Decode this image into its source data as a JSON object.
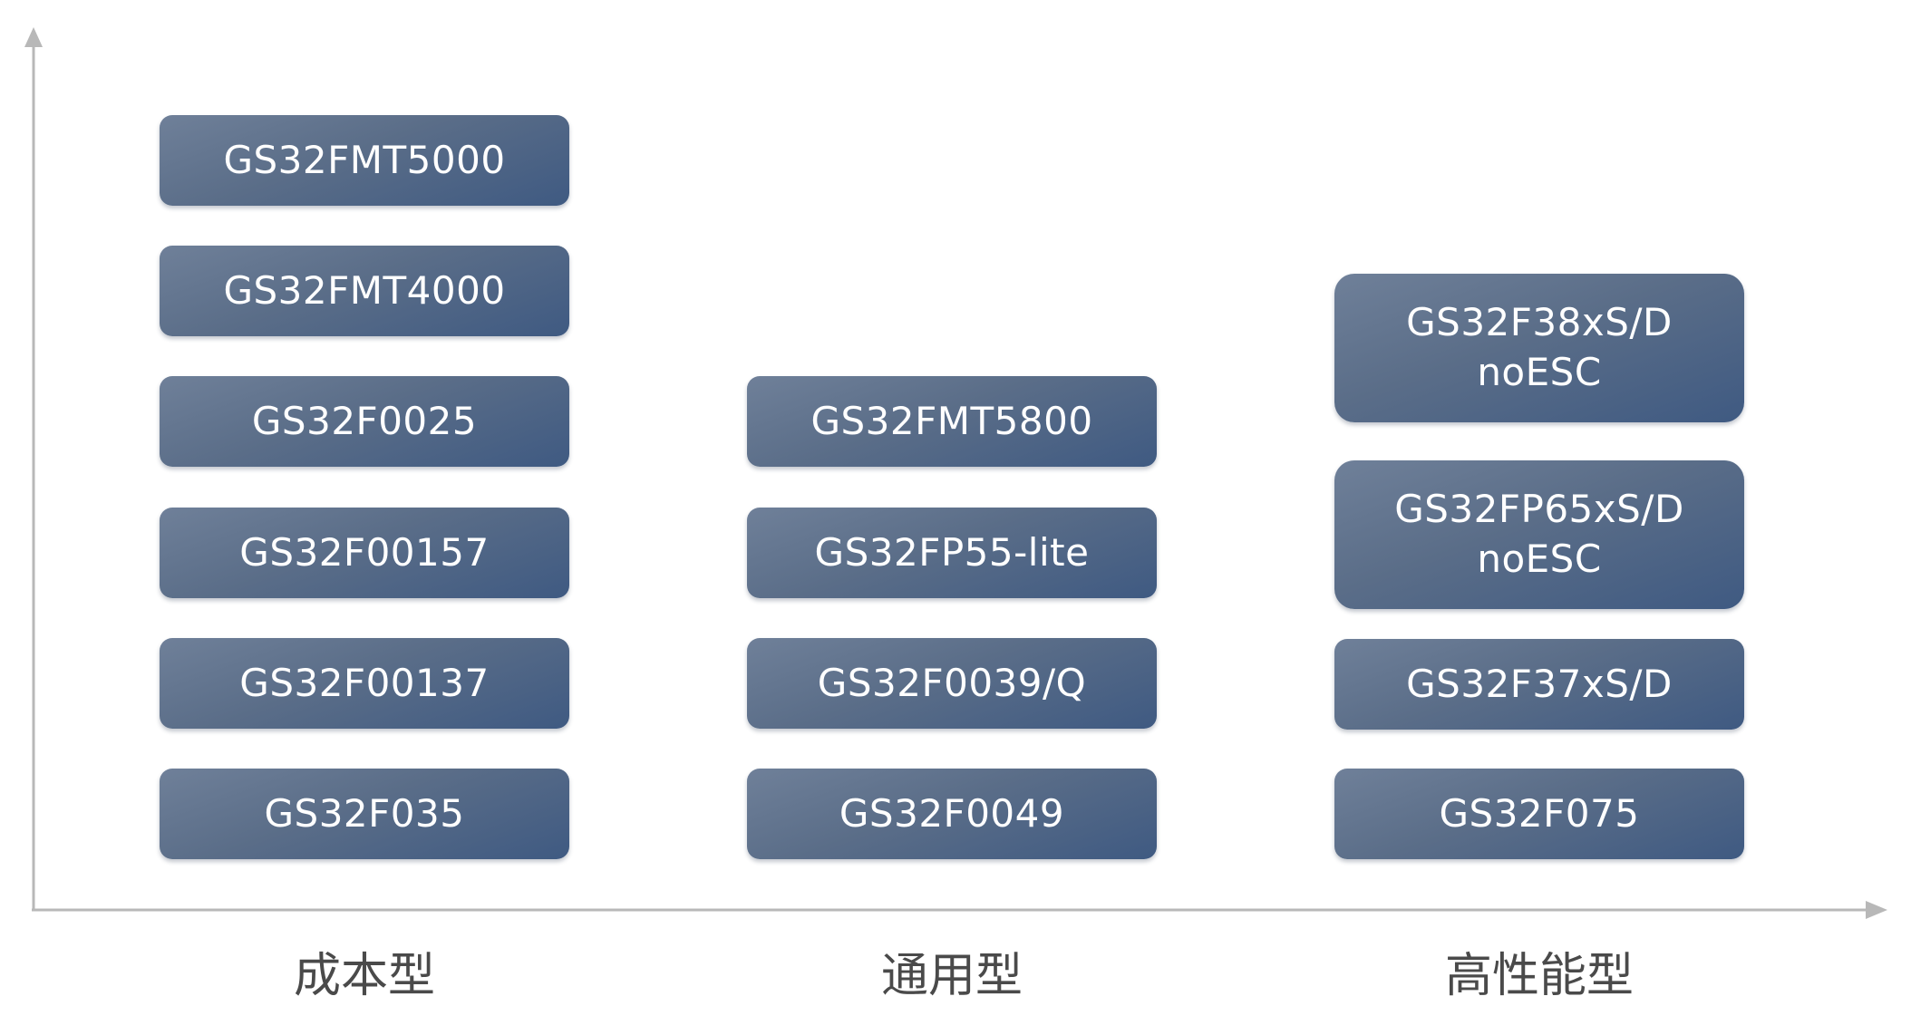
{
  "columns": [
    {
      "label": "成本型",
      "products": [
        "GS32FMT5000",
        "GS32FMT4000",
        "GS32F0025",
        "GS32F00157",
        "GS32F00137",
        "GS32F035"
      ]
    },
    {
      "label": "通用型",
      "products": [
        "GS32FMT5800",
        "GS32FP55-lite",
        "GS32F0039/Q",
        "GS32F0049"
      ]
    },
    {
      "label": "高性能型",
      "products": [
        {
          "line1": "GS32F38xS/D",
          "line2": "noESC"
        },
        {
          "line1": "GS32FP65xS/D",
          "line2": "noESC"
        },
        "GS32F37xS/D",
        "GS32F075"
      ]
    }
  ],
  "colors": {
    "chip_top": "#6f8099",
    "chip_bottom": "#3f5a82",
    "axis": "#b8b8b8",
    "label_text": "#4a4a4a"
  }
}
